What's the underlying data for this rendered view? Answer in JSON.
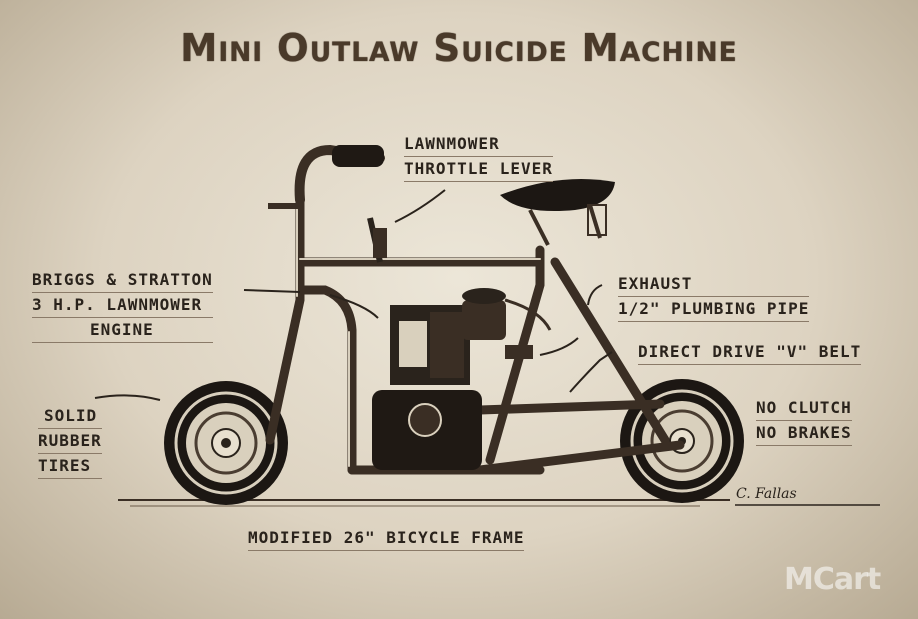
{
  "title": "Mini Outlaw Suicide Machine",
  "labels": {
    "throttle": [
      "LAWNMOWER",
      "THROTTLE LEVER"
    ],
    "engine": [
      "BRIGGS & STRATTON",
      "3 H.P. LAWNMOWER",
      "ENGINE"
    ],
    "exhaust": [
      "EXHAUST",
      "1/2\" PLUMBING PIPE"
    ],
    "belt": [
      "DIRECT DRIVE \"V\" BELT"
    ],
    "tires": [
      "SOLID",
      "RUBBER",
      "TIRES"
    ],
    "clutch": [
      "NO CLUTCH",
      "NO BRAKES"
    ],
    "frame": [
      "MODIFIED 26\" BICYCLE FRAME"
    ]
  },
  "signature": "C. Fallas",
  "logo": "MCart",
  "colors": {
    "ink": "#2a231c",
    "paper": "#e4dccb",
    "title": "#4a3a2a"
  }
}
